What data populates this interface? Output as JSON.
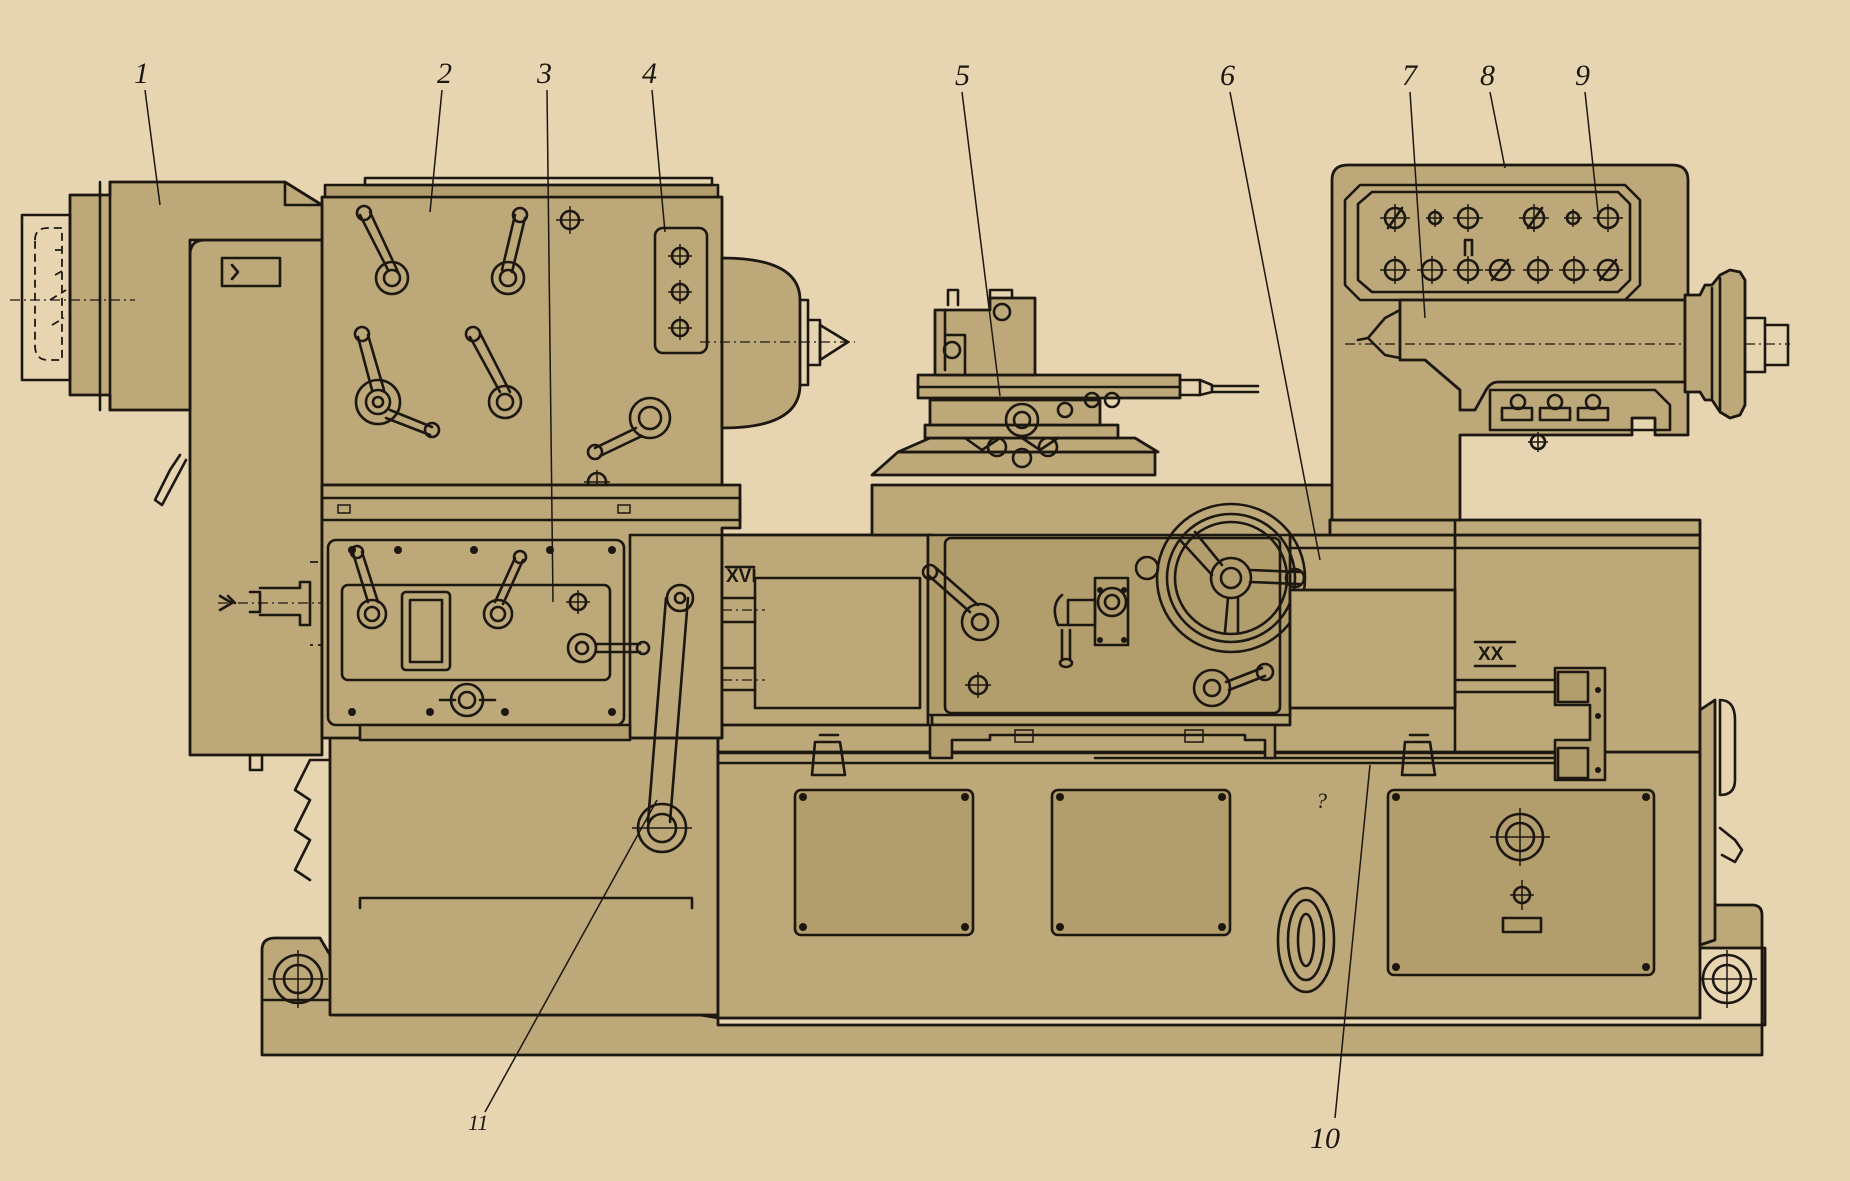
{
  "callouts": [
    {
      "id": "1",
      "text": "1"
    },
    {
      "id": "2",
      "text": "2"
    },
    {
      "id": "3",
      "text": "3"
    },
    {
      "id": "4",
      "text": "4"
    },
    {
      "id": "5",
      "text": "5"
    },
    {
      "id": "6",
      "text": "6"
    },
    {
      "id": "7",
      "text": "7"
    },
    {
      "id": "8",
      "text": "8"
    },
    {
      "id": "9",
      "text": "9"
    },
    {
      "id": "10",
      "text": "10"
    },
    {
      "id": "11",
      "text": "11"
    }
  ],
  "section_marks": {
    "xvi": "XVI",
    "xx": "XX"
  },
  "colors": {
    "paper": "#e6d5b0",
    "machine_fill": "#bca878",
    "ink": "#1c1710"
  }
}
